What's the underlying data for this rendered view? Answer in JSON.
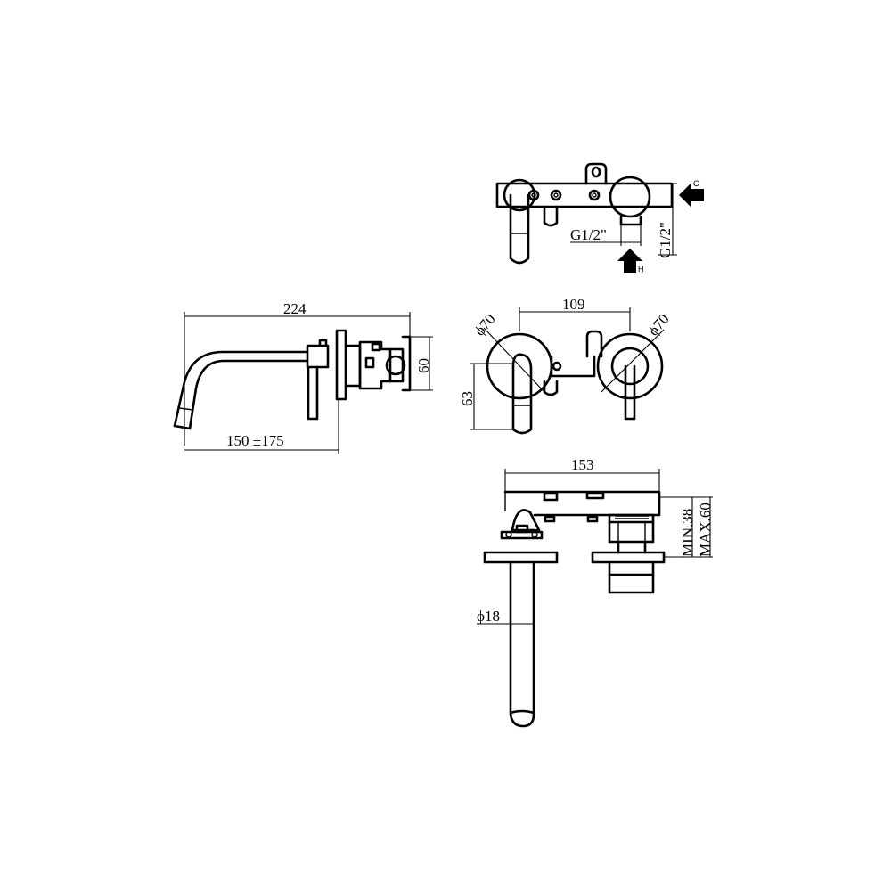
{
  "drawing": {
    "top_view": {
      "thread_left": "G1/2\"",
      "thread_right": "G1/2\"",
      "cold_label": "C",
      "hot_label": "H"
    },
    "side_view": {
      "overall_length": "224",
      "spout_projection": "150 ±175",
      "body_height": "60"
    },
    "front_view": {
      "centres": "109",
      "left_plate_diameter": "ϕ70",
      "right_plate_diameter": "ϕ70",
      "height": "63"
    },
    "section_view": {
      "width": "153",
      "min_depth": "MIN.38",
      "max_depth": "MAX.60",
      "spout_diameter": "ϕ18"
    }
  }
}
